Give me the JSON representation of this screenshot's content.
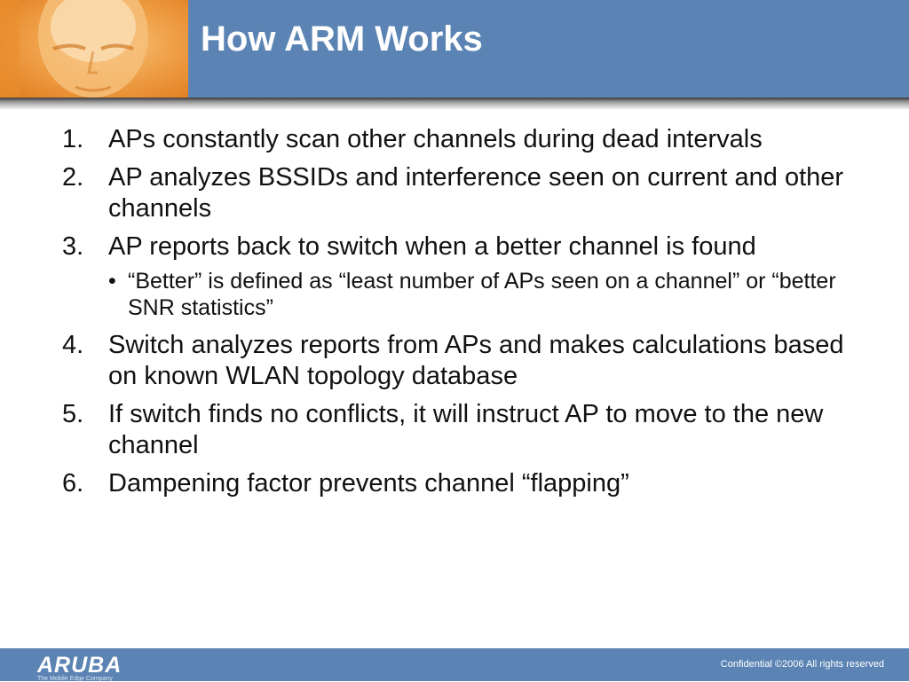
{
  "slide": {
    "title": "How ARM Works",
    "colors": {
      "header": "#5b84b4",
      "footer": "#5b84b4",
      "accent": "#f0a24a"
    }
  },
  "list": {
    "items": [
      {
        "num": "1.",
        "text": "APs constantly scan other channels during dead intervals"
      },
      {
        "num": "2.",
        "text": "AP analyzes BSSIDs and interference seen on current and other channels"
      },
      {
        "num": "3.",
        "text": "AP reports back to switch when a better channel is found"
      },
      {
        "num": "4.",
        "text": "Switch analyzes reports from APs and makes calculations based on known WLAN topology database"
      },
      {
        "num": "5.",
        "text": "If switch finds no conflicts, it will instruct AP to move to the new channel"
      },
      {
        "num": "6.",
        "text": "Dampening factor prevents channel “flapping”"
      }
    ],
    "sub_item": {
      "bullet": "•",
      "text": "“Better” is defined as “least number of APs seen on a channel” or “better SNR statistics”"
    }
  },
  "footer": {
    "logo": "ARUBA",
    "tagline": "The Mobile Edge Company",
    "confidential": "Confidential  ©2006 All rights reserved"
  }
}
